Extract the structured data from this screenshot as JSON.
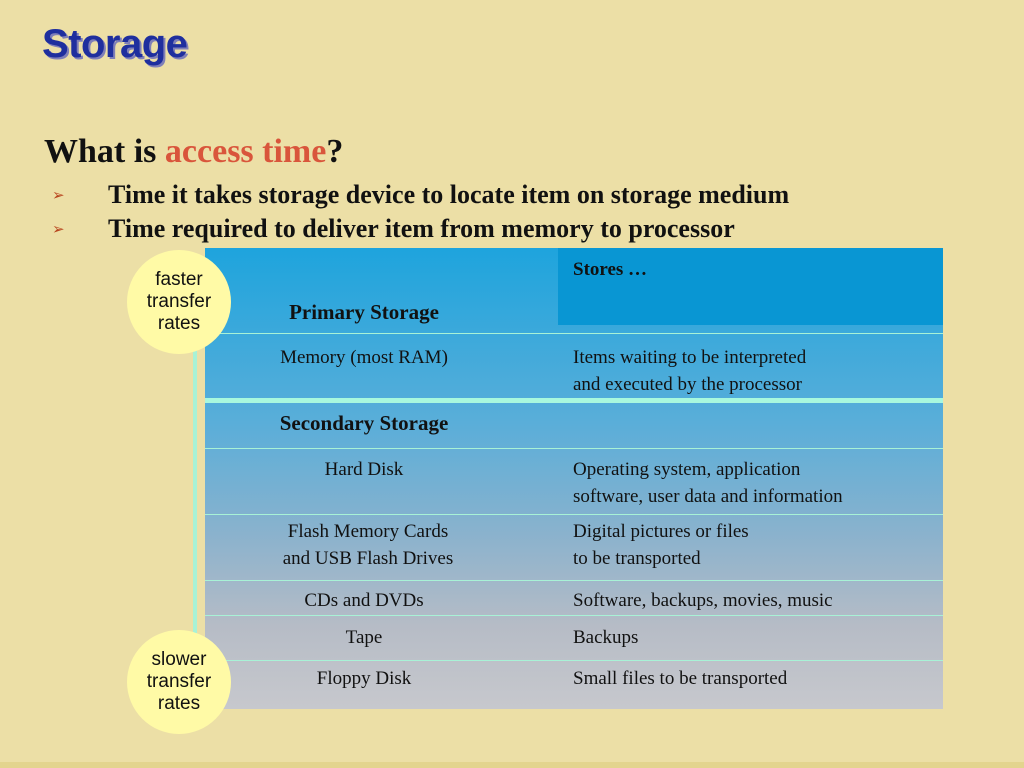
{
  "title": "Storage",
  "question": {
    "prefix": "What is ",
    "highlight": "access time",
    "suffix": "?"
  },
  "bullets": [
    "Time it takes storage device to locate item on storage medium",
    "Time required to deliver item from memory to processor"
  ],
  "bullet_glyph": "➢",
  "colors": {
    "title": "#1f2f9e",
    "highlight": "#d9553b",
    "background": "#ecdfa6",
    "header": "#0996d3"
  },
  "labels": {
    "faster": [
      "faster",
      "transfer",
      "rates"
    ],
    "slower": [
      "slower",
      "transfer",
      "rates"
    ]
  },
  "table": {
    "stores_header": "Stores …",
    "primary_header": "Primary Storage",
    "secondary_header": "Secondary Storage",
    "rows": [
      {
        "device": [
          "Memory (most RAM)"
        ],
        "stores": [
          "Items waiting to be interpreted",
          "and executed by the processor"
        ]
      },
      {
        "device": [
          "Hard Disk"
        ],
        "stores": [
          "Operating system, application",
          "software, user data and information"
        ]
      },
      {
        "device": [
          "Flash Memory Cards",
          "and USB Flash Drives"
        ],
        "stores": [
          "Digital pictures or files",
          "to be transported"
        ]
      },
      {
        "device": [
          "CDs and DVDs"
        ],
        "stores": [
          "Software, backups, movies, music"
        ]
      },
      {
        "device": [
          "Tape"
        ],
        "stores": [
          "Backups"
        ]
      },
      {
        "device": [
          "Floppy Disk"
        ],
        "stores": [
          "Small files to be transported"
        ]
      }
    ]
  }
}
